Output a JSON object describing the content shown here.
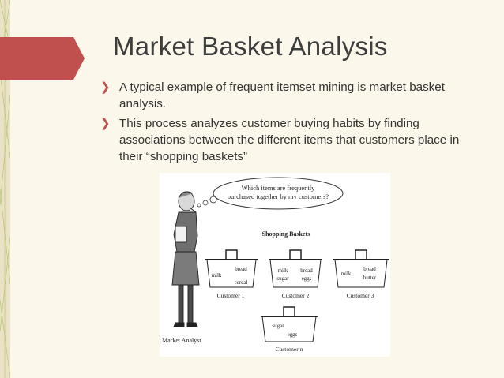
{
  "slide": {
    "title": "Market Basket Analysis",
    "bullets": [
      "A typical example of frequent itemset mining is market basket analysis.",
      "This process analyzes customer buying habits by finding associations between the different items that customers place in their “shopping baskets”"
    ],
    "bullet_glyph": "❯"
  },
  "figure": {
    "thought_line1": "Which items are frequently",
    "thought_line2": "purchased together by my customers?",
    "heading": "Shopping Baskets",
    "analyst_label": "Market Analyst",
    "baskets": [
      {
        "label": "Customer 1",
        "items": [
          "bread",
          "milk",
          "cereal"
        ]
      },
      {
        "label": "Customer 2",
        "items": [
          "milk",
          "bread",
          "sugar",
          "eggs"
        ]
      },
      {
        "label": "Customer 3",
        "items": [
          "bread",
          "milk",
          "butter"
        ]
      },
      {
        "label": "Customer n",
        "items": [
          "sugar",
          "eggs"
        ]
      }
    ]
  },
  "colors": {
    "accent": "#c0504d",
    "background": "#fbf7ea",
    "sidebar": "#e9e2c6",
    "sidebar_lines": "#a8b84a"
  }
}
